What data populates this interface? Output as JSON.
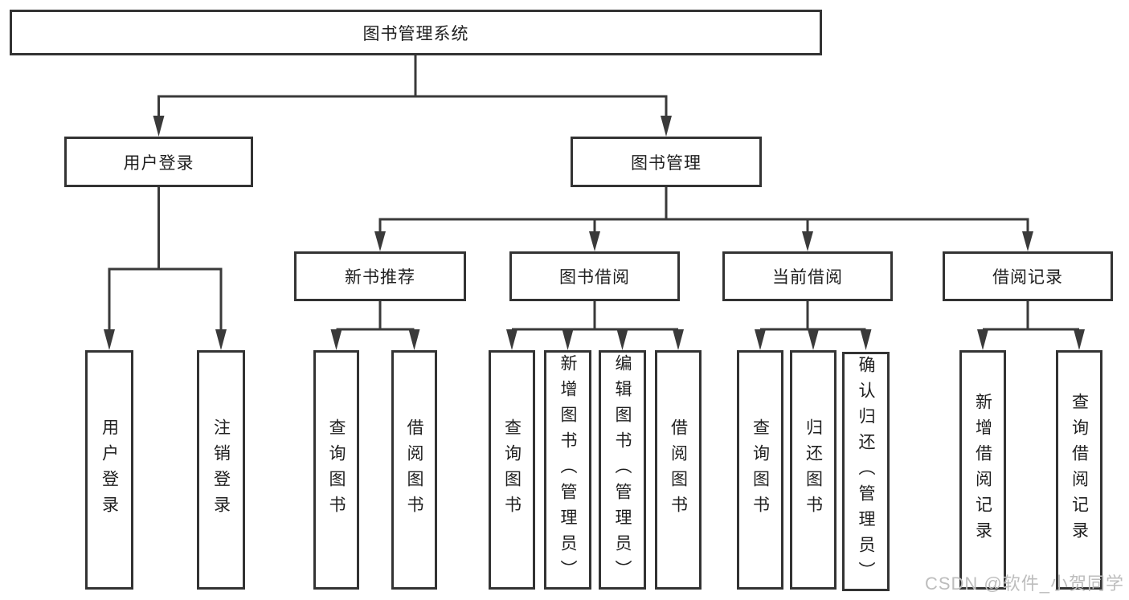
{
  "theme": {
    "line_color": "#3a3a3a",
    "box_border_color": "#333333",
    "text_color": "#1f1f1f",
    "background_color": "#ffffff",
    "watermark_color": "#bdbdbd"
  },
  "diagram": {
    "root": {
      "label": "图书管理系统"
    },
    "user_login": {
      "label": "用户登录",
      "children": [
        {
          "label": "用户登录"
        },
        {
          "label": "注销登录"
        }
      ]
    },
    "book_management": {
      "label": "图书管理",
      "sections": [
        {
          "label": "新书推荐",
          "children": [
            {
              "label": "查询图书"
            },
            {
              "label": "借阅图书"
            }
          ]
        },
        {
          "label": "图书借阅",
          "children": [
            {
              "label": "查询图书"
            },
            {
              "label": "新增图书（管理员）"
            },
            {
              "label": "编辑图书（管理员）"
            },
            {
              "label": "借阅图书"
            }
          ]
        },
        {
          "label": "当前借阅",
          "children": [
            {
              "label": "查询图书"
            },
            {
              "label": "归还图书"
            },
            {
              "label": "确认归还（管理员）"
            }
          ]
        },
        {
          "label": "借阅记录",
          "children": [
            {
              "label": "新增借阅记录"
            },
            {
              "label": "查询借阅记录"
            }
          ]
        }
      ]
    }
  },
  "watermark": {
    "label": "CSDN @软件_小贺同学"
  }
}
